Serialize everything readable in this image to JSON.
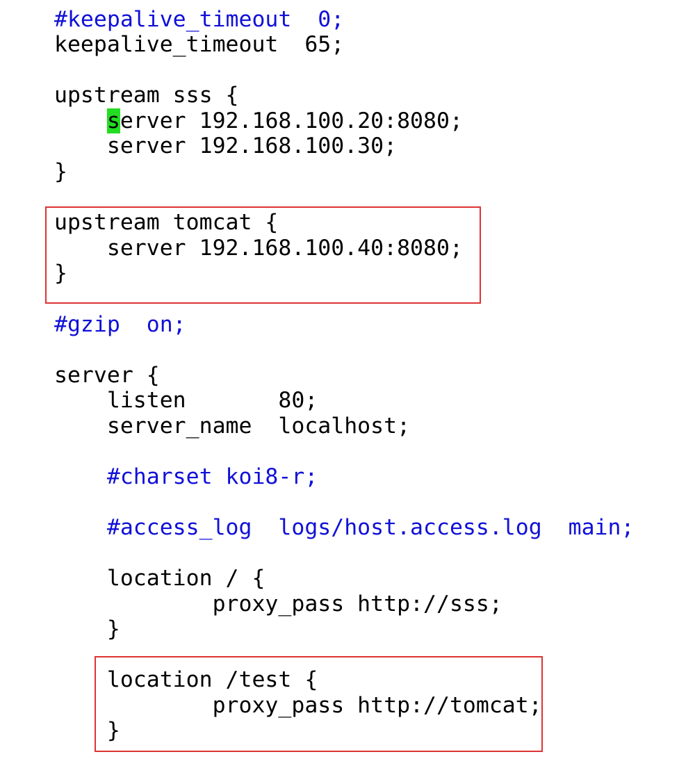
{
  "editor": {
    "cursor_char": "s",
    "lines": [
      {
        "id": "l01",
        "text": "#keepalive_timeout  0;",
        "kind": "comment"
      },
      {
        "id": "l02",
        "text": "keepalive_timeout  65;",
        "kind": "code"
      },
      {
        "id": "l03",
        "text": "upstream sss {",
        "kind": "code"
      },
      {
        "id": "l04_rest",
        "text": "erver 192.168.100.20:8080;",
        "kind": "code"
      },
      {
        "id": "l05",
        "text": "    server 192.168.100.30;",
        "kind": "code"
      },
      {
        "id": "l06",
        "text": "}",
        "kind": "code"
      },
      {
        "id": "l07",
        "text": "upstream tomcat {",
        "kind": "code"
      },
      {
        "id": "l08",
        "text": "    server 192.168.100.40:8080;",
        "kind": "code"
      },
      {
        "id": "l09",
        "text": "}",
        "kind": "code"
      },
      {
        "id": "l10",
        "text": "#gzip  on;",
        "kind": "comment"
      },
      {
        "id": "l11",
        "text": "server {",
        "kind": "code"
      },
      {
        "id": "l12",
        "text": "    listen       80;",
        "kind": "code"
      },
      {
        "id": "l13",
        "text": "    server_name  localhost;",
        "kind": "code"
      },
      {
        "id": "l14",
        "text": "    #charset koi8-r;",
        "kind": "comment"
      },
      {
        "id": "l15",
        "text": "    #access_log  logs/host.access.log  main;",
        "kind": "comment"
      },
      {
        "id": "l16",
        "text": "    location / {",
        "kind": "code"
      },
      {
        "id": "l17",
        "text": "            proxy_pass http://sss;",
        "kind": "code"
      },
      {
        "id": "l18",
        "text": "    }",
        "kind": "code"
      },
      {
        "id": "l19",
        "text": "    location /test {",
        "kind": "code"
      },
      {
        "id": "l20",
        "text": "            proxy_pass http://tomcat;",
        "kind": "code"
      },
      {
        "id": "l21",
        "text": "    }",
        "kind": "code"
      }
    ]
  },
  "colors": {
    "comment": "#1010d8",
    "code": "#000000",
    "cursor": "#22dd22",
    "highlight_border": "#dd3333"
  }
}
